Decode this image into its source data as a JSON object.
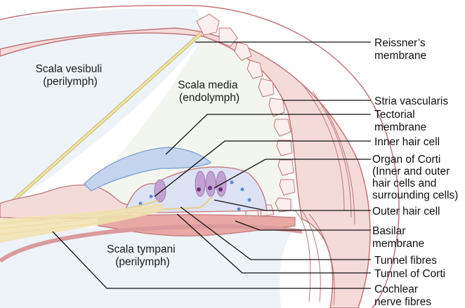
{
  "diagram": {
    "subject": "Cross-section of the cochlea",
    "colors": {
      "perilymph": "#eef3f8",
      "endolymph": "#f3f6ee",
      "tissue": "#f5dada",
      "tissue_outline": "#c0767a",
      "wall_dark": "#d99a9c",
      "reissner": "#efe3a6",
      "tectorial": "#c4d4ee",
      "hair_cell": "#b592c4",
      "nucleus": "#5a88d6",
      "nerve": "#f0e2b0",
      "leader": "#111111"
    },
    "regions": [
      {
        "id": "scala-vestibuli",
        "lines": [
          "Scala vesibuli",
          "(perilymph)"
        ]
      },
      {
        "id": "scala-media",
        "lines": [
          "Scala media",
          "(endolymph)"
        ]
      },
      {
        "id": "scala-tympani",
        "lines": [
          "Scala tympani",
          "(perilymph)"
        ]
      }
    ],
    "labels": [
      {
        "id": "reissners-membrane",
        "lines": [
          "Reissner’s",
          "membrane"
        ]
      },
      {
        "id": "stria-vascularis",
        "lines": [
          "Stria vascularis"
        ]
      },
      {
        "id": "tectorial-membrane",
        "lines": [
          "Tectorial",
          "membrane"
        ]
      },
      {
        "id": "inner-hair-cell",
        "lines": [
          "Inner hair cell"
        ]
      },
      {
        "id": "organ-of-corti",
        "lines": [
          "Organ of Corti",
          "(Inner and outer",
          "hair cells and",
          "surrounding cells)"
        ]
      },
      {
        "id": "outer-hair-cell",
        "lines": [
          "Outer hair cell"
        ]
      },
      {
        "id": "basilar-membrane",
        "lines": [
          "Basilar",
          "membrane"
        ]
      },
      {
        "id": "tunnel-fibres",
        "lines": [
          "Tunnel fibres"
        ]
      },
      {
        "id": "tunnel-of-corti",
        "lines": [
          "Tunnel of Corti"
        ]
      },
      {
        "id": "cochlear-nerve-fibres",
        "lines": [
          "Cochlear",
          "nerve fibres"
        ]
      }
    ]
  }
}
